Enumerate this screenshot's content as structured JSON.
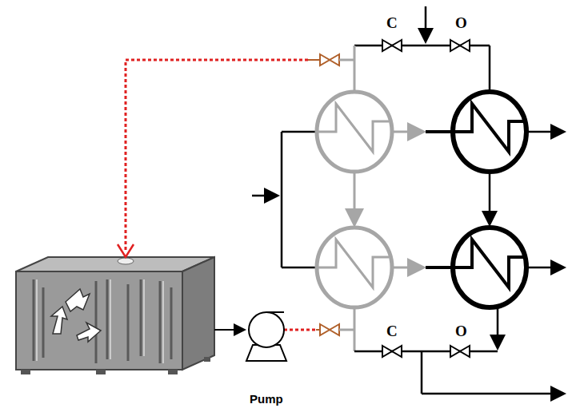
{
  "diagram": {
    "labels": [
      "C",
      "O",
      "C",
      "O",
      "Pump"
    ]
  }
}
